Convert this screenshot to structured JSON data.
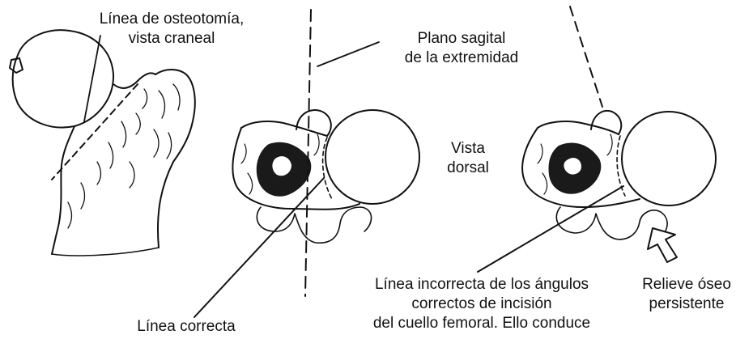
{
  "labels": {
    "osteotomy_line": [
      "Línea de osteotomía,",
      "vista craneal"
    ],
    "sagittal_plane": [
      "Plano sagital",
      "de la extremidad"
    ],
    "dorsal_view": [
      "Vista",
      "dorsal"
    ],
    "incorrect_line": [
      "Línea incorrecta de los ángulos",
      "correctos de incisión",
      "del cuello femoral. Ello conduce"
    ],
    "bone_relief": [
      "Relieve óseo",
      "persistente"
    ],
    "correct_line": [
      "Línea correcta"
    ]
  },
  "colors": {
    "ink": "#111111",
    "paper": "#ffffff",
    "shadow": "#1a1a1a"
  }
}
